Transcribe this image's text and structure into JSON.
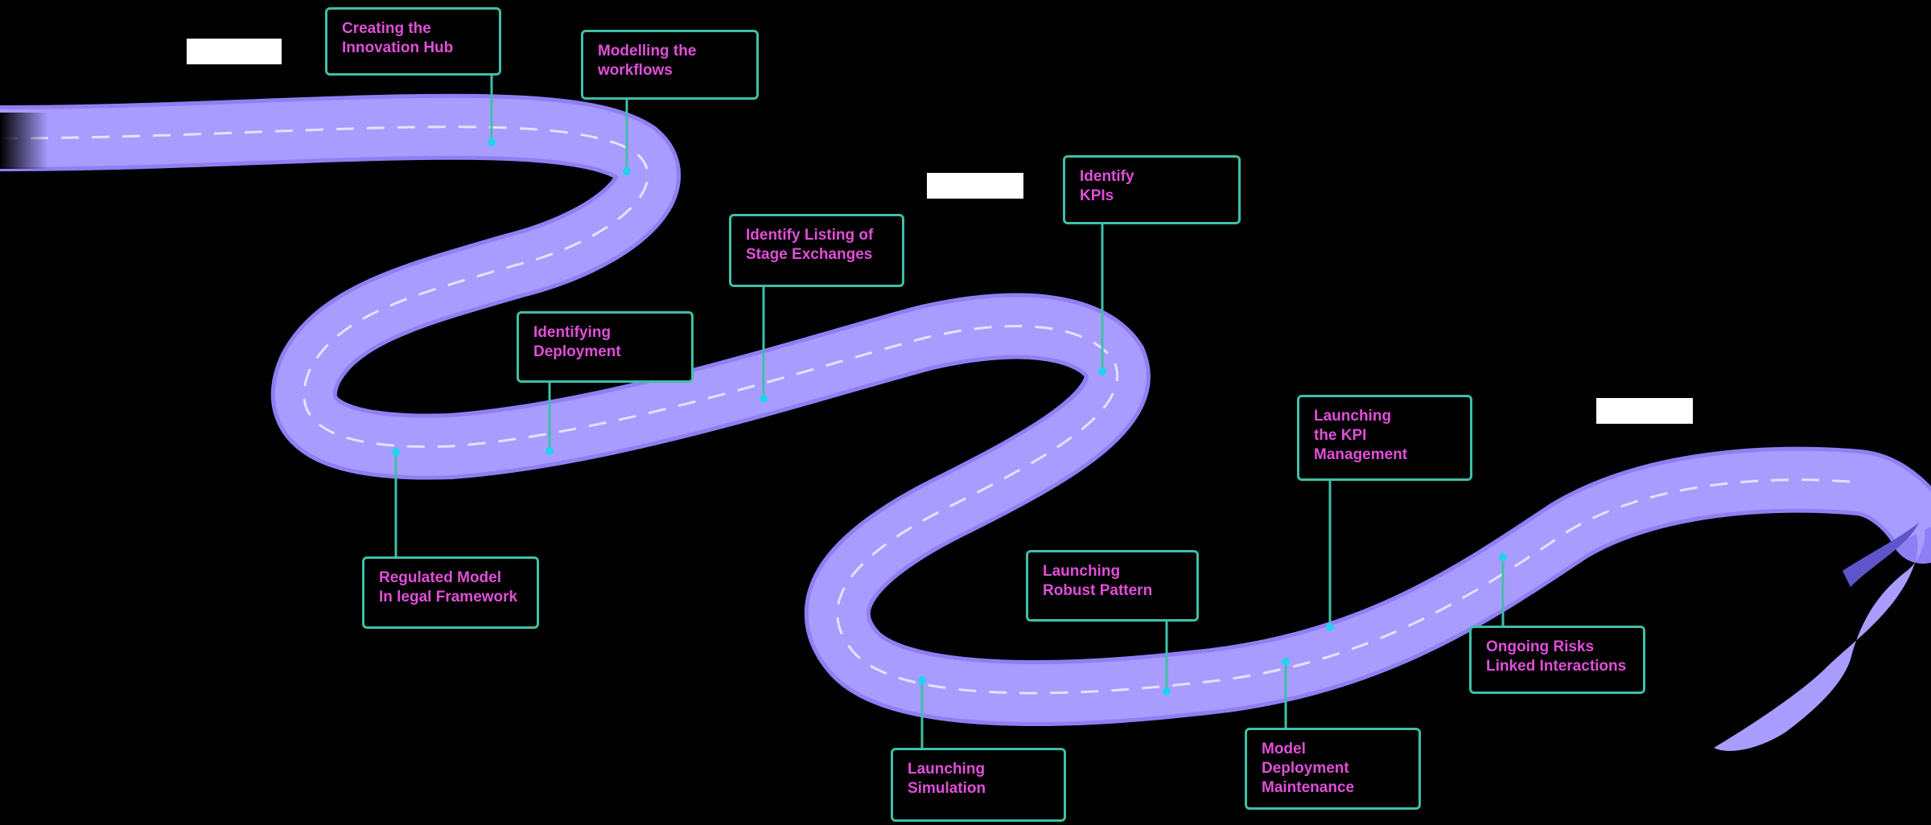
{
  "colors": {
    "background": "#000000",
    "road": "#a99cff",
    "road_edge": "#8f7ff5",
    "lane_marking": "#e6e2ff",
    "connector": "#3fbfa6",
    "node": "#22d3ee",
    "milestone_text": "#e04fd8",
    "phase_label_bg": "#ffffff"
  },
  "phases": [
    {
      "label": ""
    },
    {
      "label": ""
    },
    {
      "label": ""
    }
  ],
  "milestones": [
    {
      "text": "Creating the\nInnovation Hub"
    },
    {
      "text": "Modelling the\nworkflows"
    },
    {
      "text": "Identify\nKPIs"
    },
    {
      "text": "Identify Listing of\nStage Exchanges"
    },
    {
      "text": "Identifying\nDeployment"
    },
    {
      "text": "Regulated Model\nIn legal Framework"
    },
    {
      "text": "Launching\nthe KPI\nManagement"
    },
    {
      "text": "Launching\nRobust Pattern"
    },
    {
      "text": "Ongoing Risks\nLinked Interactions"
    },
    {
      "text": "Launching\nSimulation"
    },
    {
      "text": "Model\nDeployment\nMaintenance"
    }
  ]
}
